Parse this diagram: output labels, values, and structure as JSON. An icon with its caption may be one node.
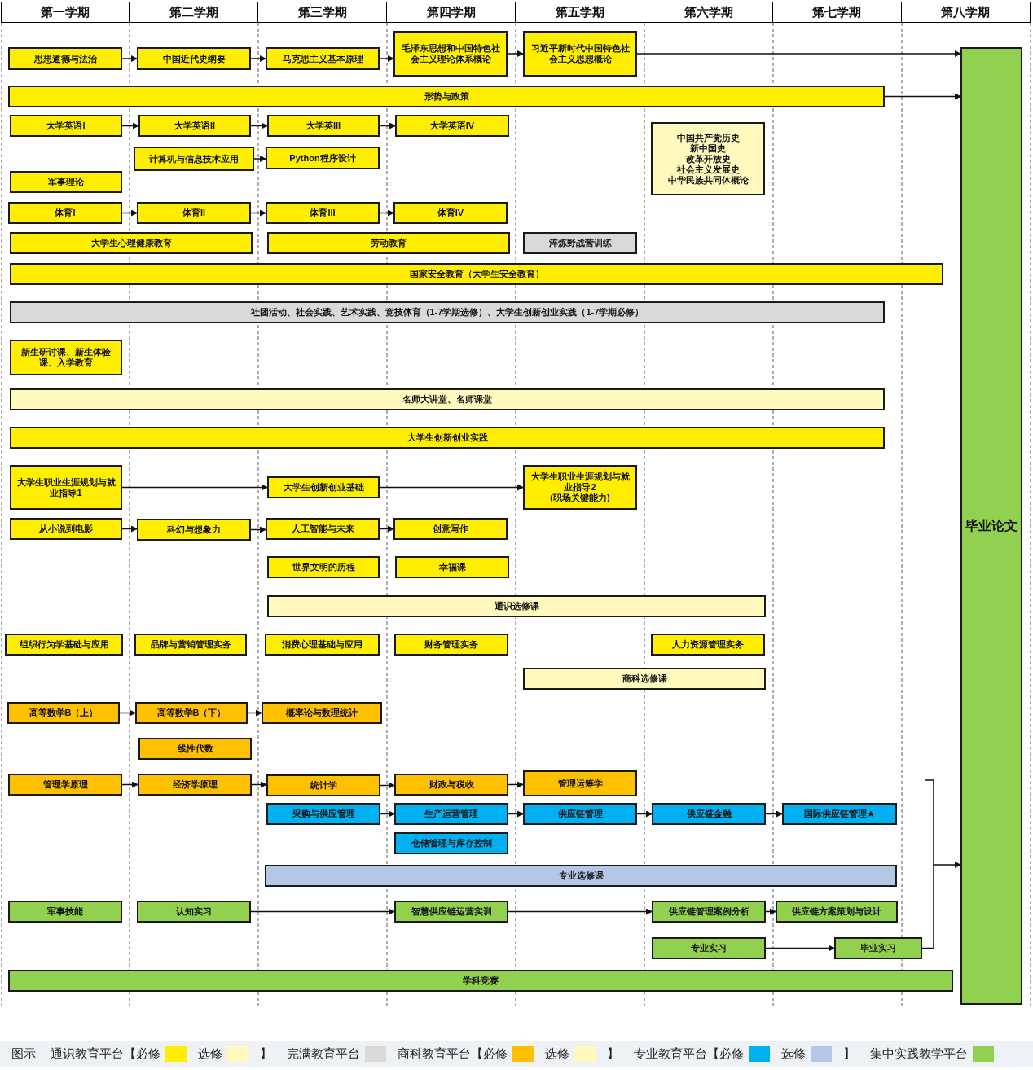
{
  "diagram": {
    "nodes": [
      {
        "text": [
          "思想道德与法治"
        ]
      },
      {
        "text": [
          "中国近代史纲要"
        ]
      },
      {
        "text": [
          "马克思主义基本原理"
        ]
      },
      {
        "text": [
          "毛泽东思想和中国特色社会主义理论体系概论"
        ]
      },
      {
        "text": [
          "习近平新时代中国特色社会主义思想概论"
        ]
      },
      {
        "text": [
          "形势与政策"
        ]
      },
      {
        "text": [
          "大学英语I"
        ]
      },
      {
        "text": [
          "大学英语II"
        ]
      },
      {
        "text": [
          "大学英III"
        ]
      },
      {
        "text": [
          "大学英语IV"
        ]
      },
      {
        "text": [
          "计算机与信息技术应用"
        ]
      },
      {
        "text": [
          "Python程序设计"
        ]
      },
      {
        "text": [
          "中国共产党历史",
          "新中国史",
          "改革开放史",
          "社会主义发展史",
          "中华民族共同体概论"
        ]
      },
      {
        "text": [
          "军事理论"
        ]
      },
      {
        "text": [
          "体育I"
        ]
      },
      {
        "text": [
          "体育II"
        ]
      },
      {
        "text": [
          "体育III"
        ]
      },
      {
        "text": [
          "体育IV"
        ]
      },
      {
        "text": [
          "大学生心理健康教育"
        ]
      },
      {
        "text": [
          "劳动教育"
        ]
      },
      {
        "text": [
          "淬炼野战营训练"
        ]
      },
      {
        "text": [
          "国家安全教育（大学生安全教育）"
        ]
      },
      {
        "text": [
          "社团活动、社会实践、艺术实践、竞技体育（1-7学期选修）、大学生创新创业实践（1-7学期必修）"
        ]
      },
      {
        "text": [
          "新生研讨课、新生体验课、入学教育"
        ]
      },
      {
        "text": [
          "名师大讲堂、名师课堂"
        ]
      },
      {
        "text": [
          "大学生创新创业实践"
        ]
      },
      {
        "text": [
          "大学生职业生涯规划与就业指导1"
        ]
      },
      {
        "text": [
          "大学生创新创业基础"
        ]
      },
      {
        "text": [
          "大学生职业生涯规划与就业指导2",
          "(职场关键能力)"
        ]
      },
      {
        "text": [
          "从小说到电影"
        ]
      },
      {
        "text": [
          "科幻与想象力"
        ]
      },
      {
        "text": [
          "人工智能与未来"
        ]
      },
      {
        "text": [
          "创意写作"
        ]
      },
      {
        "text": [
          "世界文明的历程"
        ]
      },
      {
        "text": [
          "幸福课"
        ]
      },
      {
        "text": [
          "通识选修课"
        ]
      },
      {
        "text": [
          "组织行为学基础与应用"
        ]
      },
      {
        "text": [
          "品牌与营销管理实务"
        ]
      },
      {
        "text": [
          "消费心理基础与应用"
        ]
      },
      {
        "text": [
          "财务管理实务"
        ]
      },
      {
        "text": [
          "人力资源管理实务"
        ]
      },
      {
        "text": [
          "商科选修课"
        ]
      },
      {
        "text": [
          "高等数学B（上）"
        ]
      },
      {
        "text": [
          "高等数学B（下）"
        ]
      },
      {
        "text": [
          "概率论与数理统计"
        ]
      },
      {
        "text": [
          "线性代数"
        ]
      },
      {
        "text": [
          "管理学原理"
        ]
      },
      {
        "text": [
          "经济学原理"
        ]
      },
      {
        "text": [
          "统计学"
        ]
      },
      {
        "text": [
          "财政与税收"
        ]
      },
      {
        "text": [
          "管理运筹学"
        ]
      },
      {
        "text": [
          "采购与供应管理"
        ]
      },
      {
        "text": [
          "生产运营管理"
        ]
      },
      {
        "text": [
          "供应链管理"
        ]
      },
      {
        "text": [
          "供应链金融"
        ]
      },
      {
        "text": [
          "国际供应链管理★"
        ]
      },
      {
        "text": [
          "仓储管理与库存控制"
        ]
      },
      {
        "text": [
          "专业选修课"
        ]
      },
      {
        "text": [
          "军事技能"
        ]
      },
      {
        "text": [
          "认知实习"
        ]
      },
      {
        "text": [
          "智慧供应链运营实训"
        ]
      },
      {
        "text": [
          "供应链管理案例分析"
        ]
      },
      {
        "text": [
          "供应链方案策划与设计"
        ]
      },
      {
        "text": [
          "专业实习"
        ]
      },
      {
        "text": [
          "毕业实习"
        ]
      },
      {
        "text": [
          "学科竞赛"
        ]
      },
      {
        "text": [
          "毕业论文"
        ]
      }
    ],
    "edges": [
      {
        "from": 0,
        "to": 1,
        "arrow": "to"
      },
      {
        "from": 1,
        "to": 2,
        "arrow": "to"
      },
      {
        "from": 2,
        "to": 3,
        "arrow": "to"
      },
      {
        "from": 3,
        "to": 4,
        "arrow": "to"
      },
      {
        "from": 4,
        "to": 66,
        "arrow": "to"
      },
      {
        "from": 5,
        "to": 66,
        "arrow": "to"
      },
      {
        "from": 6,
        "to": 7,
        "arrow": "to"
      },
      {
        "from": 7,
        "to": 8,
        "arrow": "to"
      },
      {
        "from": 8,
        "to": 9,
        "arrow": "to"
      },
      {
        "from": 10,
        "to": 11,
        "arrow": "to"
      },
      {
        "from": 14,
        "to": 15,
        "arrow": "to"
      },
      {
        "from": 15,
        "to": 16,
        "arrow": "to"
      },
      {
        "from": 16,
        "to": 17,
        "arrow": "to"
      },
      {
        "from": 26,
        "to": 27,
        "arrow": "to"
      },
      {
        "from": 27,
        "to": 28,
        "arrow": "to"
      },
      {
        "from": 29,
        "to": 30,
        "arrow": "to"
      },
      {
        "from": 30,
        "to": 31,
        "arrow": "to"
      },
      {
        "from": 31,
        "to": 32,
        "arrow": "to"
      },
      {
        "from": 42,
        "to": 43,
        "arrow": "to"
      },
      {
        "from": 43,
        "to": 44,
        "arrow": "to"
      },
      {
        "from": 46,
        "to": 47,
        "arrow": "to"
      },
      {
        "from": 47,
        "to": 48,
        "arrow": "to"
      },
      {
        "from": 48,
        "to": 49,
        "arrow": "to"
      },
      {
        "from": 49,
        "to": 50,
        "arrow": "to"
      },
      {
        "from": 51,
        "to": 52,
        "arrow": "to"
      },
      {
        "from": 52,
        "to": 53,
        "arrow": "to"
      },
      {
        "from": 53,
        "to": 54,
        "arrow": "to"
      },
      {
        "from": 54,
        "to": 55,
        "arrow": "to"
      },
      {
        "from": 59,
        "to": 60,
        "arrow": "to"
      },
      {
        "from": 60,
        "to": 61,
        "arrow": "to"
      },
      {
        "from": 61,
        "to": 62,
        "arrow": "to"
      },
      {
        "from": 63,
        "to": 64,
        "arrow": "to"
      },
      {
        "from": 64,
        "to": 66,
        "arrow": "to"
      }
    ],
    "labels": [
      "第一学期",
      "第二学期",
      "第三学期",
      "第四学期",
      "第五学期",
      "第六学期",
      "第七学期",
      "第八学期",
      "图示",
      "】",
      "】",
      "】"
    ],
    "legend": [
      {
        "text": "通识教育平台【必修",
        "color": "#ffee00"
      },
      {
        "text": "选修",
        "color": "#fff9bd"
      },
      {
        "text": "完满教育平台",
        "color": "#d9d9d9"
      },
      {
        "text": "商科教育平台【必修",
        "color": "#ffc000"
      },
      {
        "text": "选修",
        "color": "#fff9bd"
      },
      {
        "text": "专业教育平台【必修",
        "color": "#00b0f0"
      },
      {
        "text": "选修",
        "color": "#b4c7e7"
      },
      {
        "text": "集中实践教学平台",
        "color": "#92d050"
      }
    ]
  }
}
